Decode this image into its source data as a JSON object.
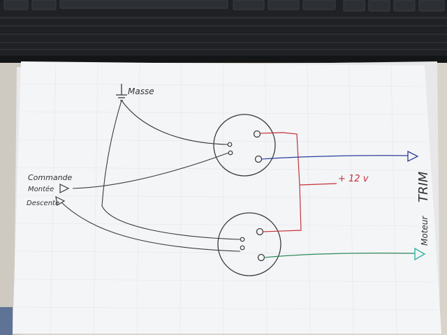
{
  "labels": {
    "ground": "Masse",
    "command": "Commande",
    "up": "Montée",
    "down": "Descente",
    "supply": "+ 12 v",
    "motor_word": "Moteur",
    "motor_trim": "TRIM"
  },
  "colors": {
    "desk": "#d8d4cc",
    "keyboard": "#1f2124",
    "paper": "#f4f5f7",
    "pencil": "#3a3a3a",
    "positive_wire": "#c3323a",
    "blue_wire": "#2b3f9a",
    "green_wire": "#2f8a5a",
    "motor_arrow": "#2fb6a0"
  }
}
